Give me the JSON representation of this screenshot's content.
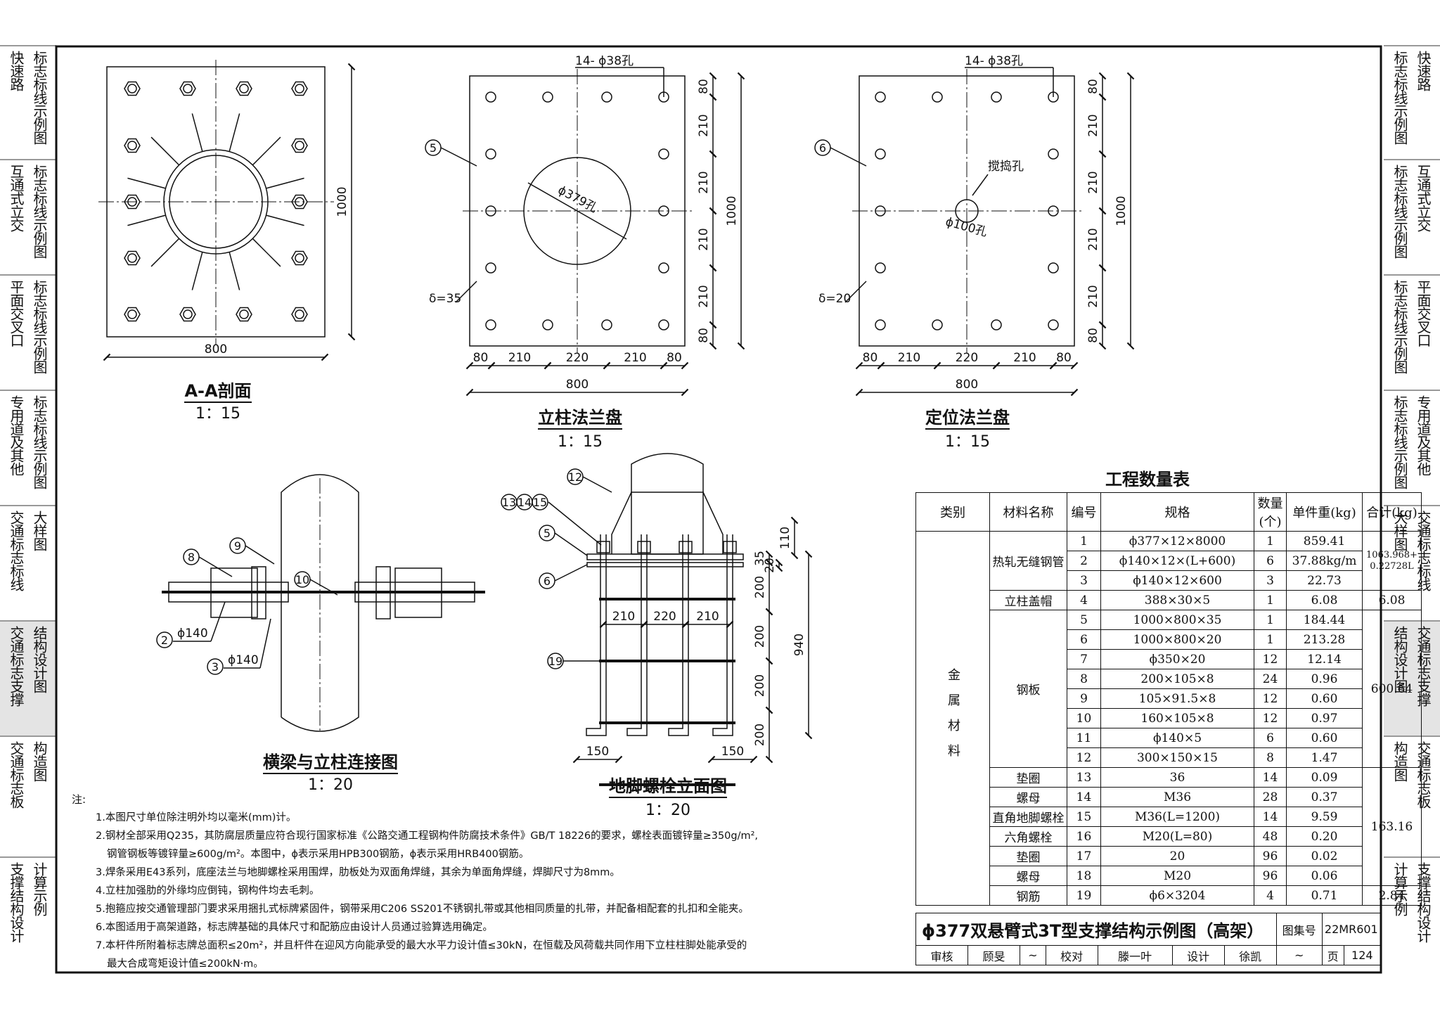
{
  "sidebar_left": [
    {
      "cols": [
        "快速路",
        "标志标线示例图"
      ],
      "active": false
    },
    {
      "cols": [
        "互通式立交",
        "标志标线示例图"
      ],
      "active": false
    },
    {
      "cols": [
        "平面交叉口",
        "标志标线示例图"
      ],
      "active": false
    },
    {
      "cols": [
        "专用道及其他",
        "标志标线示例图"
      ],
      "active": false
    },
    {
      "cols": [
        "交通标志标线",
        "大样图"
      ],
      "active": false
    },
    {
      "cols": [
        "交通标志支撑",
        "结构设计图"
      ],
      "active": true
    },
    {
      "cols": [
        "交通标志板",
        "构造图"
      ],
      "active": false
    },
    {
      "cols": [
        "支撑结构设计",
        "计算示例"
      ],
      "active": false
    }
  ],
  "sidebar_right": [
    {
      "cols": [
        "标志标线示例图",
        "快速路"
      ],
      "active": false
    },
    {
      "cols": [
        "标志标线示例图",
        "互通式立交"
      ],
      "active": false
    },
    {
      "cols": [
        "标志标线示例图",
        "平面交叉口"
      ],
      "active": false
    },
    {
      "cols": [
        "标志标线示例图",
        "专用道及其他"
      ],
      "active": false
    },
    {
      "cols": [
        "大样图",
        "交通标志标线"
      ],
      "active": false
    },
    {
      "cols": [
        "结构设计图",
        "交通标志支撑"
      ],
      "active": true
    },
    {
      "cols": [
        "构造图",
        "交通标志板"
      ],
      "active": false
    },
    {
      "cols": [
        "计算示例",
        "支撑结构设计"
      ],
      "active": false
    }
  ],
  "views": {
    "aa": {
      "title": "A-A剖面",
      "scale": "1：15",
      "dim_w": "800",
      "dim_h": "1000"
    },
    "column_flange": {
      "title": "立柱法兰盘",
      "scale": "1：15",
      "holes": "14- ϕ38孔",
      "center_hole": "ϕ379孔",
      "plate": "δ=35",
      "part": "5",
      "dim_w": "800",
      "dim_h": "1000",
      "bottom_dims": [
        "80",
        "210",
        "220",
        "210",
        "80"
      ],
      "side_dims": [
        "80",
        "210",
        "210",
        "210",
        "210",
        "80"
      ]
    },
    "positioning_flange": {
      "title": "定位法兰盘",
      "scale": "1：15",
      "holes": "14- ϕ38孔",
      "stir_hole": "搅捣孔",
      "center_hole": "ϕ100孔",
      "plate": "δ=20",
      "part": "6",
      "dim_w": "800",
      "dim_h": "1000",
      "bottom_dims": [
        "80",
        "210",
        "220",
        "210",
        "80"
      ],
      "side_dims": [
        "80",
        "210",
        "210",
        "210",
        "210",
        "80"
      ]
    },
    "beam_column": {
      "title": "横梁与立柱连接图",
      "scale": "1：20",
      "parts": [
        "8",
        "9",
        "10",
        "2",
        "3"
      ],
      "pipe_a": "ϕ140",
      "pipe_b": "ϕ140"
    },
    "anchor_bolt": {
      "title": "地脚螺栓立面图",
      "scale": "1：20",
      "parts": [
        "12",
        "13",
        "14",
        "15",
        "5",
        "6",
        "19"
      ],
      "dims_h": [
        "210",
        "220",
        "210"
      ],
      "dims_v": [
        "35",
        "20",
        "200",
        "200",
        "200",
        "200"
      ],
      "dims_right": [
        "110",
        "940"
      ],
      "foot": [
        "150",
        "150"
      ]
    }
  },
  "notes": {
    "header": "注:",
    "items": [
      "1.本图尺寸单位除注明外均以毫米(mm)计。",
      "2.钢材全部采用Q235，其防腐层质量应符合现行国家标准《公路交通工程钢构件防腐技术条件》GB/T 18226的要求，螺栓表面镀锌量≥350g/m²,",
      "钢管钢板等镀锌量≥600g/m²。本图中，ϕ表示采用HPB300钢筋，ɸ表示采用HRB400钢筋。",
      "3.焊条采用E43系列，底座法兰与地脚螺栓采用围焊，肋板处为双面角焊缝，其余为单面角焊缝，焊脚尺寸为8mm。",
      "4.立柱加强肋的外缘均应倒钝，钢构件均去毛刺。",
      "5.抱箍应按交通管理部门要求采用捆扎式标牌紧固件，钢带采用C206 SS201不锈钢扎带或其他相同质量的扎带，并配备相配套的扎扣和全能夹。",
      "6.本图适用于高架道路，标志牌基础的具体尺寸和配筋应由设计人员通过验算选用确定。",
      "7.本杆件所附着标志牌总面积≤20m²，并且杆件在迎风方向能承受的最大水平力设计值≤30kN，在恒载及风荷载共同作用下立柱柱脚处能承受的",
      "最大合成弯矩设计值≤200kN·m。"
    ]
  },
  "quantity_table": {
    "title": "工程数量表",
    "headers": [
      "类别",
      "材料名称",
      "编号",
      "规格",
      "数量(个)",
      "单件重(kg)",
      "合计(kg)"
    ],
    "category": "金属材料",
    "rows": [
      {
        "name": "热轧无缝钢管",
        "no": "1",
        "spec": "ϕ377×12×8000",
        "qty": "1",
        "unit": "859.41",
        "total": "1063.968+0.22728L"
      },
      {
        "name": "",
        "no": "2",
        "spec": "ϕ140×12×(L+600)",
        "qty": "6",
        "unit": "37.88kg/m",
        "total": ""
      },
      {
        "name": "",
        "no": "3",
        "spec": "ϕ140×12×600",
        "qty": "3",
        "unit": "22.73",
        "total": ""
      },
      {
        "name": "立柱盖帽",
        "no": "4",
        "spec": "388×30×5",
        "qty": "1",
        "unit": "6.08",
        "total": "6.08"
      },
      {
        "name": "钢板",
        "no": "5",
        "spec": "1000×800×35",
        "qty": "1",
        "unit": "184.44",
        "total": "600.64"
      },
      {
        "name": "",
        "no": "6",
        "spec": "1000×800×20",
        "qty": "1",
        "unit": "213.28",
        "total": ""
      },
      {
        "name": "",
        "no": "7",
        "spec": "ϕ350×20",
        "qty": "12",
        "unit": "12.14",
        "total": ""
      },
      {
        "name": "",
        "no": "8",
        "spec": "200×105×8",
        "qty": "24",
        "unit": "0.96",
        "total": ""
      },
      {
        "name": "",
        "no": "9",
        "spec": "105×91.5×8",
        "qty": "12",
        "unit": "0.60",
        "total": ""
      },
      {
        "name": "",
        "no": "10",
        "spec": "160×105×8",
        "qty": "12",
        "unit": "0.97",
        "total": ""
      },
      {
        "name": "",
        "no": "11",
        "spec": "ϕ140×5",
        "qty": "6",
        "unit": "0.60",
        "total": ""
      },
      {
        "name": "",
        "no": "12",
        "spec": "300×150×15",
        "qty": "8",
        "unit": "1.47",
        "total": ""
      },
      {
        "name": "垫圈",
        "no": "13",
        "spec": "36",
        "qty": "14",
        "unit": "0.09",
        "total": "163.16"
      },
      {
        "name": "螺母",
        "no": "14",
        "spec": "M36",
        "qty": "28",
        "unit": "0.37",
        "total": ""
      },
      {
        "name": "直角地脚螺栓",
        "no": "15",
        "spec": "M36(L=1200)",
        "qty": "14",
        "unit": "9.59",
        "total": ""
      },
      {
        "name": "六角螺栓",
        "no": "16",
        "spec": "M20(L=80)",
        "qty": "48",
        "unit": "0.20",
        "total": ""
      },
      {
        "name": "垫圈",
        "no": "17",
        "spec": "20",
        "qty": "96",
        "unit": "0.02",
        "total": ""
      },
      {
        "name": "螺母",
        "no": "18",
        "spec": "M20",
        "qty": "96",
        "unit": "0.06",
        "total": ""
      },
      {
        "name": "钢筋",
        "no": "19",
        "spec": "ϕ6×3204",
        "qty": "4",
        "unit": "0.71",
        "total": "2.84"
      }
    ]
  },
  "title_block": {
    "title": "ϕ377双悬臂式3T型支撑结构示例图（高架）",
    "atlas_label": "图集号",
    "atlas_no": "22MR601",
    "review_label": "审核",
    "reviewer": "顾旻",
    "check_label": "校对",
    "checker": "滕一叶",
    "design_label": "设计",
    "designer": "徐凯",
    "page_label": "页",
    "page_no": "124"
  }
}
